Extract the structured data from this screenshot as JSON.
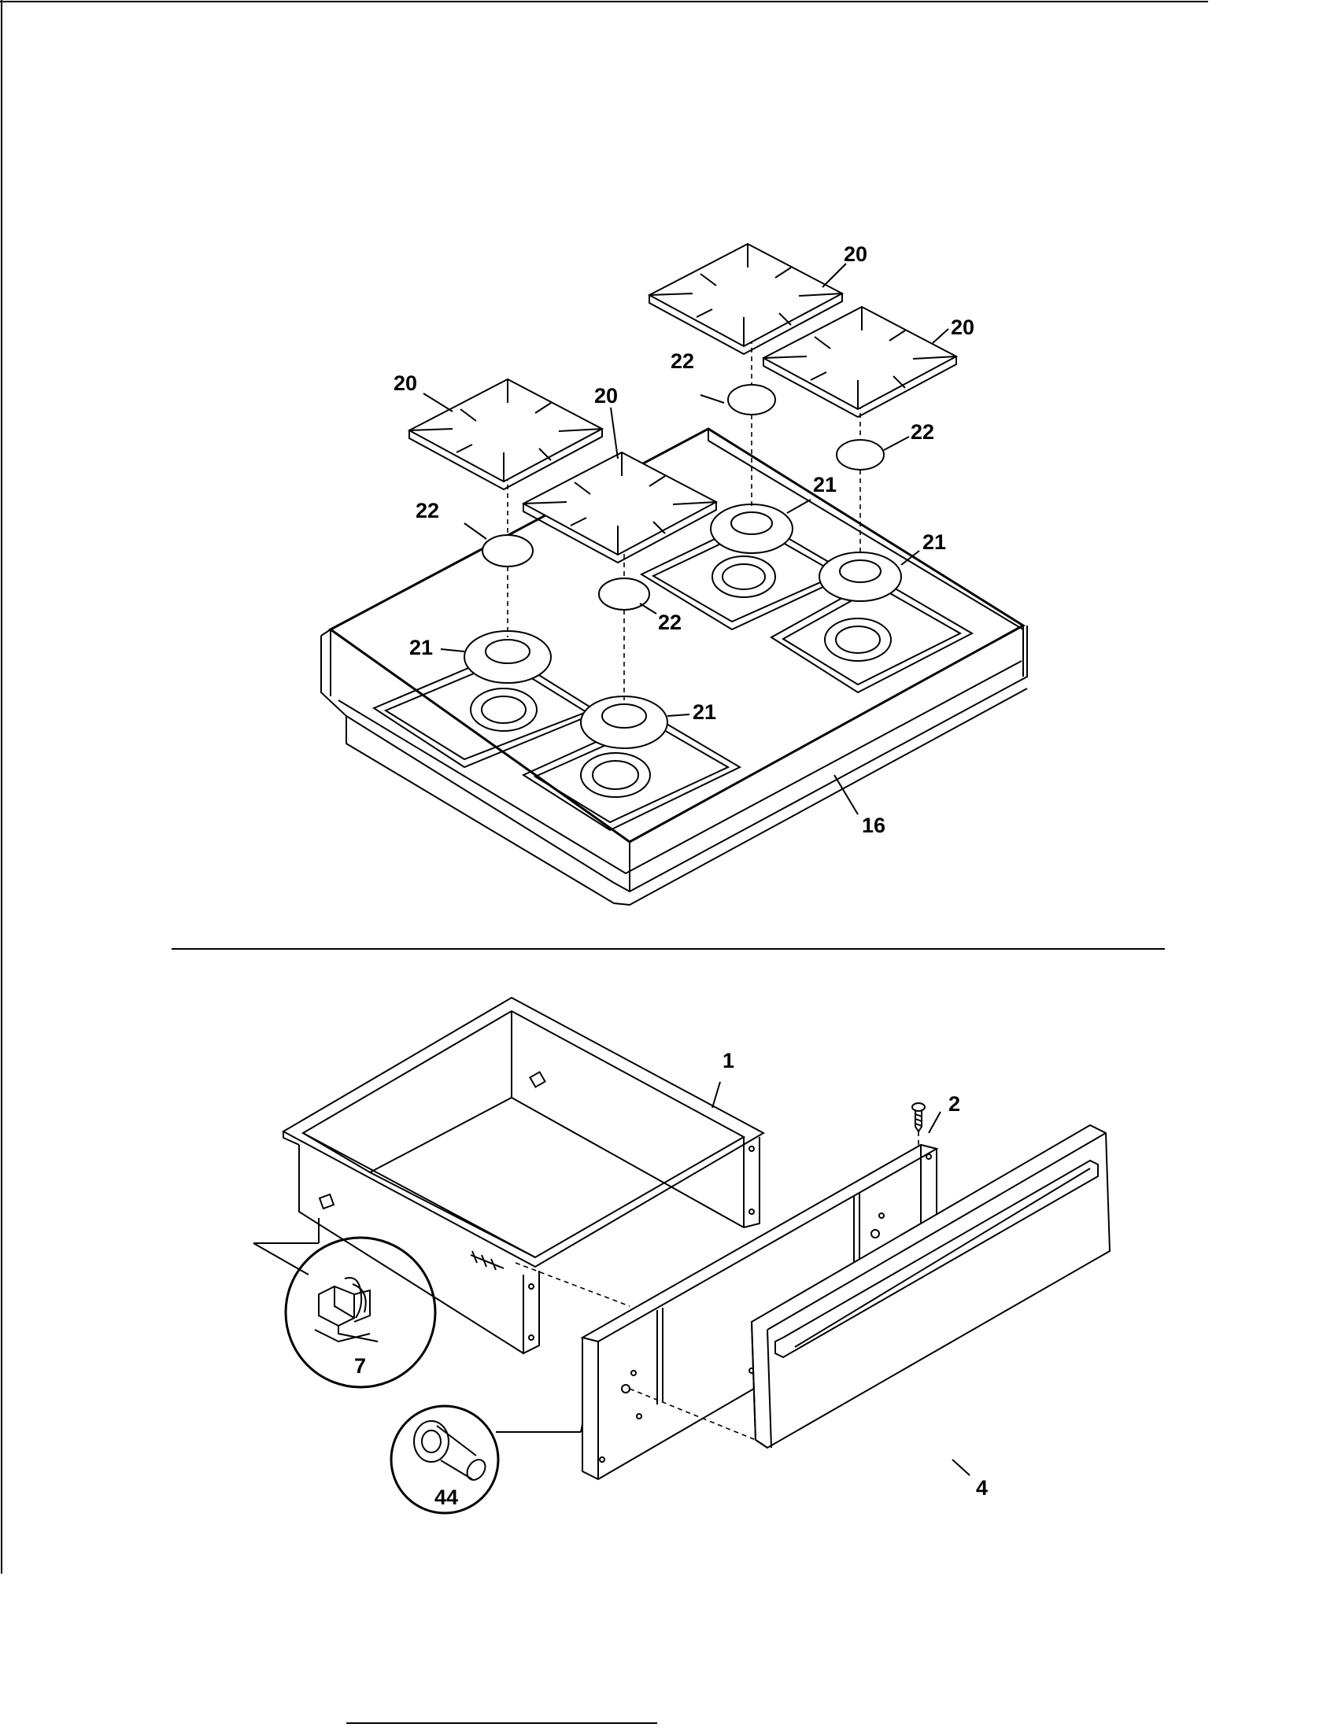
{
  "callouts": {
    "top": {
      "c20a": "20",
      "c20b": "20",
      "c20c": "20",
      "c20d": "20",
      "c21a": "21",
      "c21b": "21",
      "c21c": "21",
      "c21d": "21",
      "c22a": "22",
      "c22b": "22",
      "c22c": "22",
      "c22d": "22",
      "c16": "16"
    },
    "bottom": {
      "c1": "1",
      "c2": "2",
      "c4": "4",
      "c7": "7",
      "c44": "44"
    }
  }
}
